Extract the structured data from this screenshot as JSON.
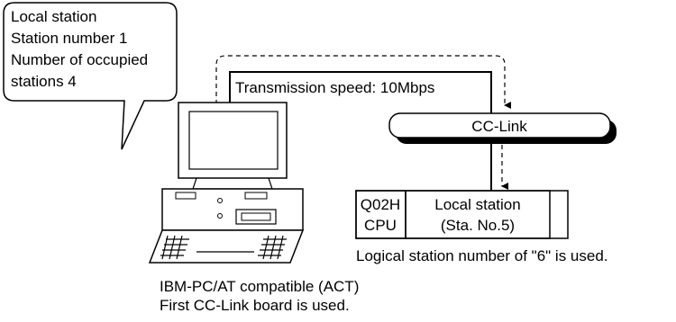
{
  "callout": {
    "line1": "Local station",
    "line2": "Station number 1",
    "line3": "Number of occupied",
    "line4": "stations 4"
  },
  "transmission_speed": "Transmission speed: 10Mbps",
  "network_name": "CC-Link",
  "plc": {
    "cpu_line1": "Q02H",
    "cpu_line2": "CPU",
    "module_line1": "Local station",
    "module_line2": "(Sta. No.5)"
  },
  "logical_station_note": "Logical station number of \"6\" is used.",
  "pc": {
    "caption_line1": "IBM-PC/AT compatible (ACT)",
    "caption_line2": "First CC-Link board is used."
  }
}
